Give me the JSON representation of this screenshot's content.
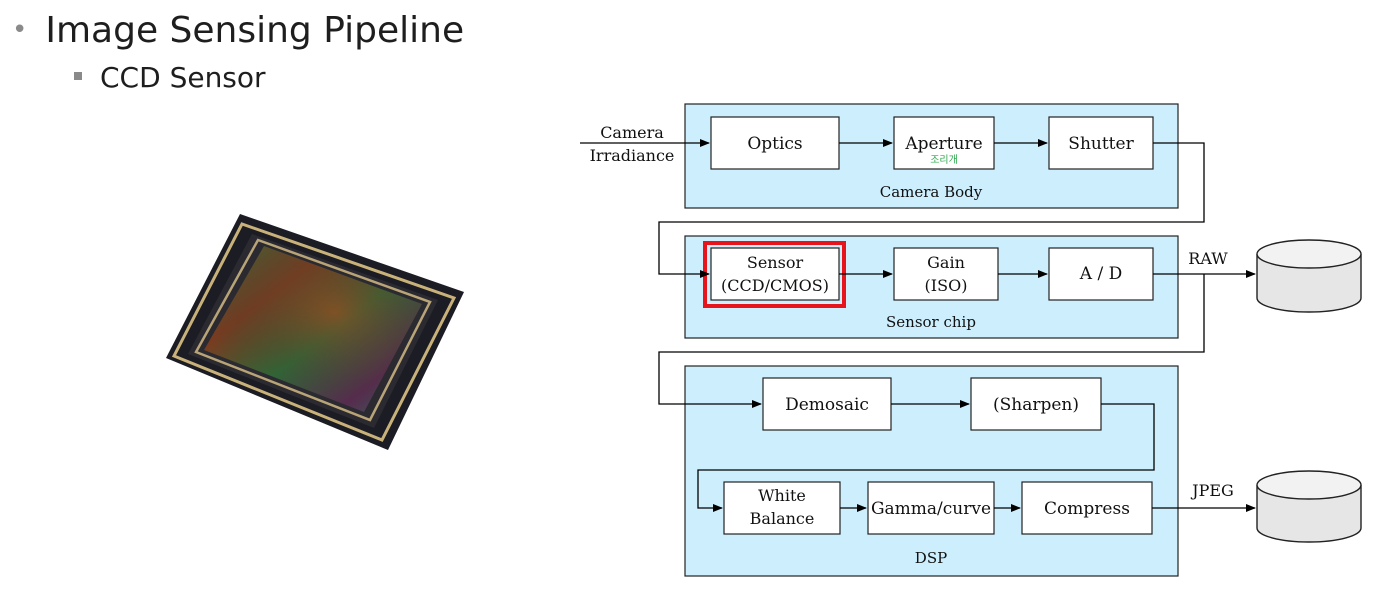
{
  "slide": {
    "bullet_main": "Image Sensing Pipeline",
    "bullet_sub": "CCD Sensor"
  },
  "diagram": {
    "input_label_line1": "Camera",
    "input_label_line2": "Irradiance",
    "camera_body": {
      "label": "Camera Body",
      "optics": "Optics",
      "aperture": "Aperture",
      "aperture_note": "조리개",
      "shutter": "Shutter"
    },
    "sensor_chip": {
      "label": "Sensor chip",
      "sensor_line1": "Sensor",
      "sensor_line2": "(CCD/CMOS)",
      "gain_line1": "Gain",
      "gain_line2": "(ISO)",
      "ad": "A / D"
    },
    "dsp": {
      "label": "DSP",
      "demosaic": "Demosaic",
      "sharpen": "(Sharpen)",
      "white_balance_line1": "White",
      "white_balance_line2": "Balance",
      "gamma": "Gamma/curve",
      "compress": "Compress"
    },
    "outputs": {
      "raw": "RAW",
      "jpeg": "JPEG"
    },
    "colors": {
      "stage_fill": "#cdeefd",
      "highlight": "#e8141c",
      "note_green": "#2fa84f"
    }
  }
}
